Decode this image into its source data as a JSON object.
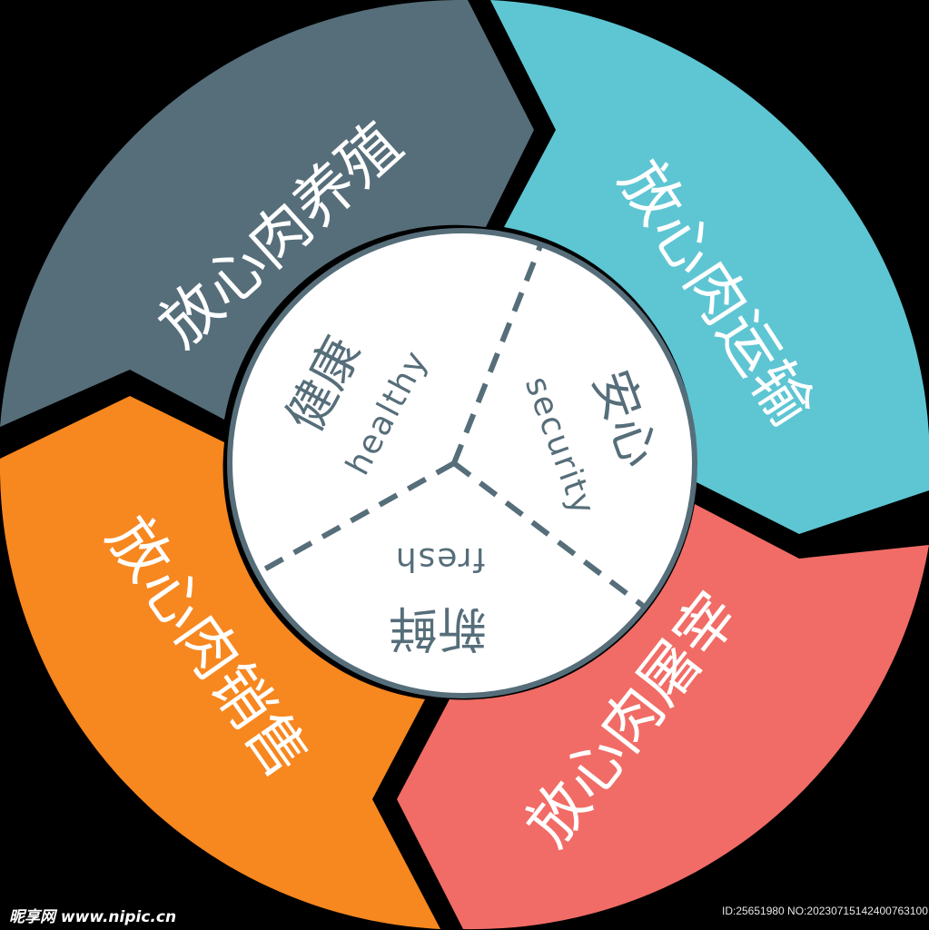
{
  "colors": {
    "background": "#000000",
    "breeding": "#566e7a",
    "transport": "#5ec5d3",
    "slaughter": "#f16c66",
    "sales": "#f7871f",
    "core_fill": "#ffffff",
    "core_stroke": "#566e7a",
    "label_text": "#ffffff"
  },
  "ring_segments": [
    {
      "id": "breeding",
      "label": "放心肉养殖"
    },
    {
      "id": "transport",
      "label": "放心肉运输"
    },
    {
      "id": "slaughter",
      "label": "放心肉屠宰"
    },
    {
      "id": "sales",
      "label": "放心肉销售"
    }
  ],
  "core_sections": [
    {
      "id": "healthy",
      "cn": "健康",
      "en": "healthy"
    },
    {
      "id": "security",
      "cn": "安心",
      "en": "security"
    },
    {
      "id": "fresh",
      "cn": "新鲜",
      "en": "fresh"
    }
  ],
  "watermark": {
    "site": "昵享网 www.nipic.cn",
    "id_text": "ID:25651980 NO:20230715142400763100"
  }
}
